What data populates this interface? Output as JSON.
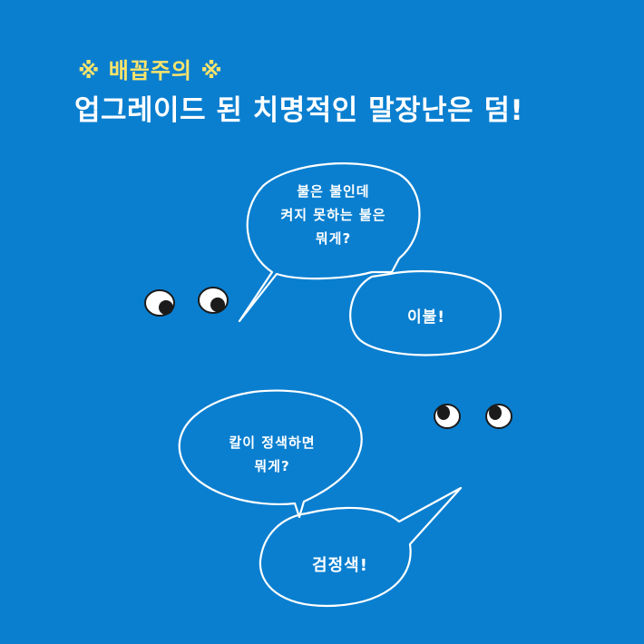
{
  "colors": {
    "background": "#0a7fd0",
    "warning_text": "#fbe46a",
    "headline_text": "#ffffff",
    "bubble_outline": "#ffffff"
  },
  "header": {
    "warning": "※ 배꼽주의 ※",
    "headline": "업그레이드 된 치명적인 말장난은 덤!"
  },
  "riddles": [
    {
      "question_lines": [
        "불은 불인데",
        "켜지 못하는 불은",
        "뭐게?"
      ],
      "answer": "이불!"
    },
    {
      "question_lines": [
        "칼이 정색하면",
        "뭐게?"
      ],
      "answer": "검정색!"
    }
  ],
  "icons": {
    "eyes_top": "googly-eyes",
    "eyes_bottom": "googly-eyes"
  }
}
